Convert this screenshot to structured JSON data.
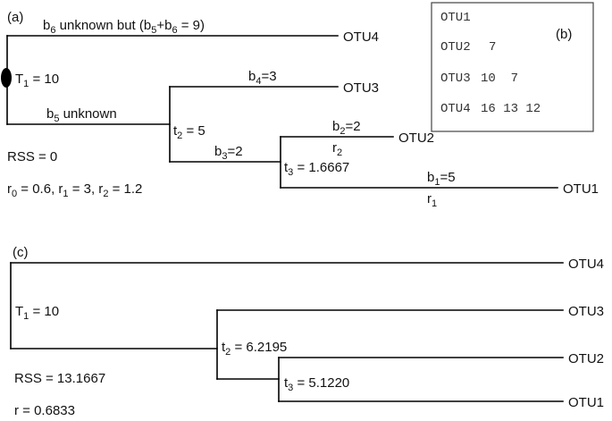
{
  "panel_a": {
    "label": "(a)",
    "root_label": "T",
    "root_sub": "1",
    "root_value": " = 10",
    "b6": {
      "pre": "b",
      "sub": "6",
      "mid": " unknown but (b",
      "sub2": "5",
      "mid2": "+b",
      "sub3": "6",
      "post": " = 9)"
    },
    "b5": {
      "pre": "b",
      "sub": "5",
      "post": " unknown"
    },
    "b4": {
      "pre": "b",
      "sub": "4",
      "post": "=3"
    },
    "b3": {
      "pre": "b",
      "sub": "3",
      "post": "=2"
    },
    "b2": {
      "pre": "b",
      "sub": "2",
      "post": "=2"
    },
    "b1": {
      "pre": "b",
      "sub": "1",
      "post": "=5"
    },
    "r2": {
      "pre": "r",
      "sub": "2"
    },
    "r1": {
      "pre": "r",
      "sub": "1"
    },
    "t2": {
      "pre": "t",
      "sub": "2",
      "post": " = 5"
    },
    "t3": {
      "pre": "t",
      "sub": "3",
      "post": " = 1.6667"
    },
    "rss": "RSS = 0",
    "rates": {
      "r0": "r",
      "s0": "0",
      "v0": " = 0.6, r",
      "s1": "1",
      "v1": " = 3, r",
      "s2": "2",
      "v2": " = 1.2"
    },
    "leaves": {
      "otu4": "OTU4",
      "otu3": "OTU3",
      "otu2": "OTU2",
      "otu1": "OTU1"
    }
  },
  "panel_b": {
    "label": "(b)",
    "rows": [
      {
        "name": "OTU1",
        "values": ""
      },
      {
        "name": "OTU2",
        "values": "7"
      },
      {
        "name": "OTU3",
        "values": "10  7"
      },
      {
        "name": "OTU4",
        "values": "16 13 12"
      }
    ]
  },
  "panel_c": {
    "label": "(c)",
    "root_label": "T",
    "root_sub": "1",
    "root_value": " = 10",
    "t2": {
      "pre": "t",
      "sub": "2",
      "post": " = 6.2195"
    },
    "t3": {
      "pre": "t",
      "sub": "3",
      "post": " = 5.1220"
    },
    "rss": "RSS = 13.1667",
    "rate": "r = 0.6833",
    "leaves": {
      "otu4": "OTU4",
      "otu3": "OTU3",
      "otu2": "OTU2",
      "otu1": "OTU1"
    }
  }
}
